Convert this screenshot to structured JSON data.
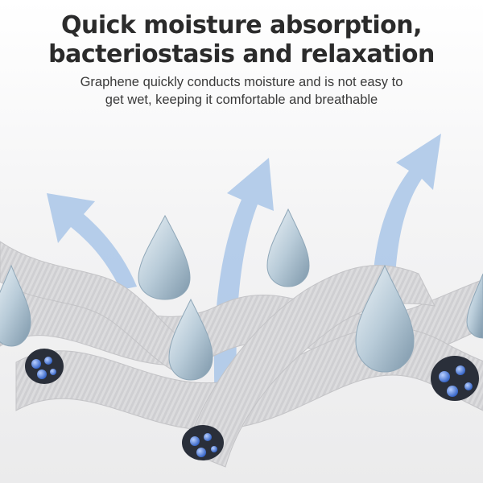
{
  "headline": {
    "line1": "Quick moisture absorption,",
    "line2": "bacteriostasis and relaxation"
  },
  "subtext": {
    "line1": "Graphene quickly conducts moisture and is not easy to",
    "line2": "get wet, keeping it comfortable and breathable"
  },
  "icons": [
    "arrow-up-icon",
    "water-drop-icon",
    "fiber-strand-icon",
    "molecule-icon"
  ],
  "colors": {
    "arrow": "#a9c6e8",
    "fiber": "#d9d9db",
    "drop": "#c7d7e4",
    "molecule": "#3b6fd6",
    "text": "#2b2b2b"
  }
}
